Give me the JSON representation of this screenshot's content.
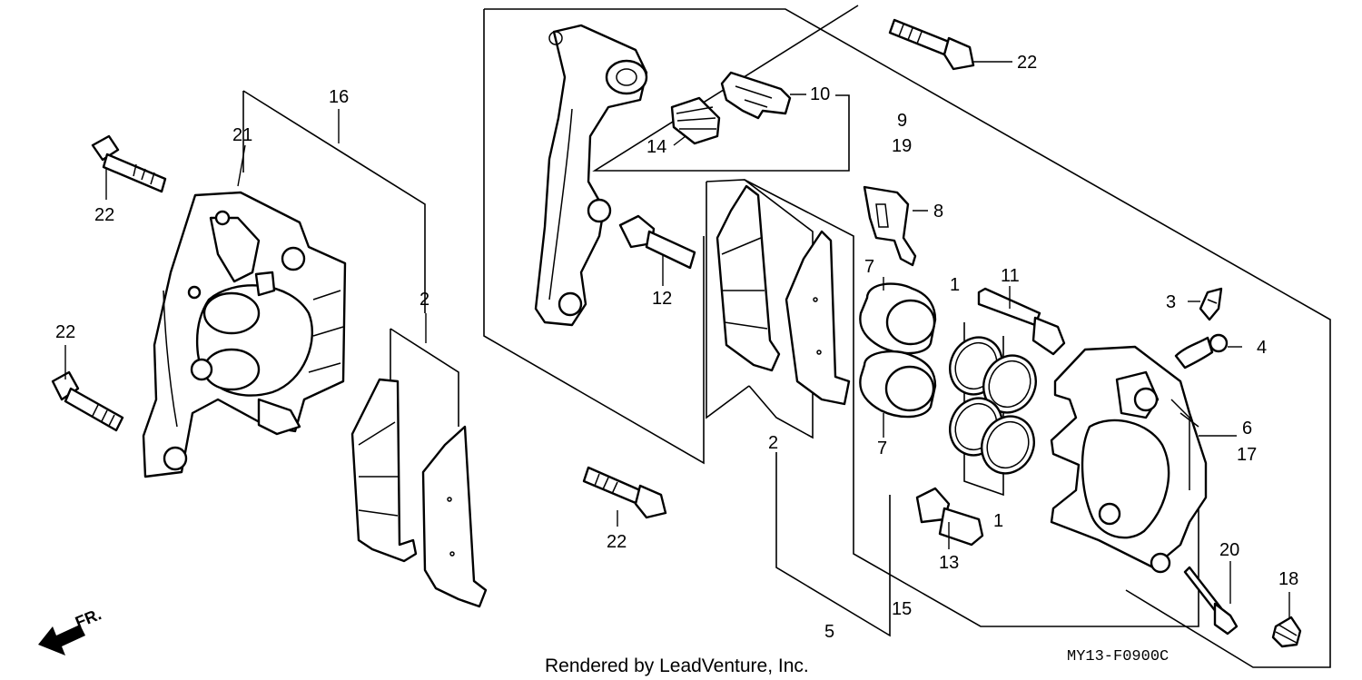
{
  "callouts": {
    "c1a": "1",
    "c1b": "1",
    "c2a": "2",
    "c2b": "2",
    "c3": "3",
    "c4": "4",
    "c5": "5",
    "c6": "6",
    "c7a": "7",
    "c7b": "7",
    "c8": "8",
    "c9": "9",
    "c10": "10",
    "c11": "11",
    "c12": "12",
    "c13": "13",
    "c14": "14",
    "c15": "15",
    "c16": "16",
    "c17": "17",
    "c18": "18",
    "c19": "19",
    "c20": "20",
    "c21": "21",
    "c22a": "22",
    "c22b": "22",
    "c22c": "22",
    "c22d": "22"
  },
  "direction": "FR.",
  "footer": {
    "credit": "Rendered by LeadVenture, Inc.",
    "diagram_code": "MY13-F0900C"
  }
}
